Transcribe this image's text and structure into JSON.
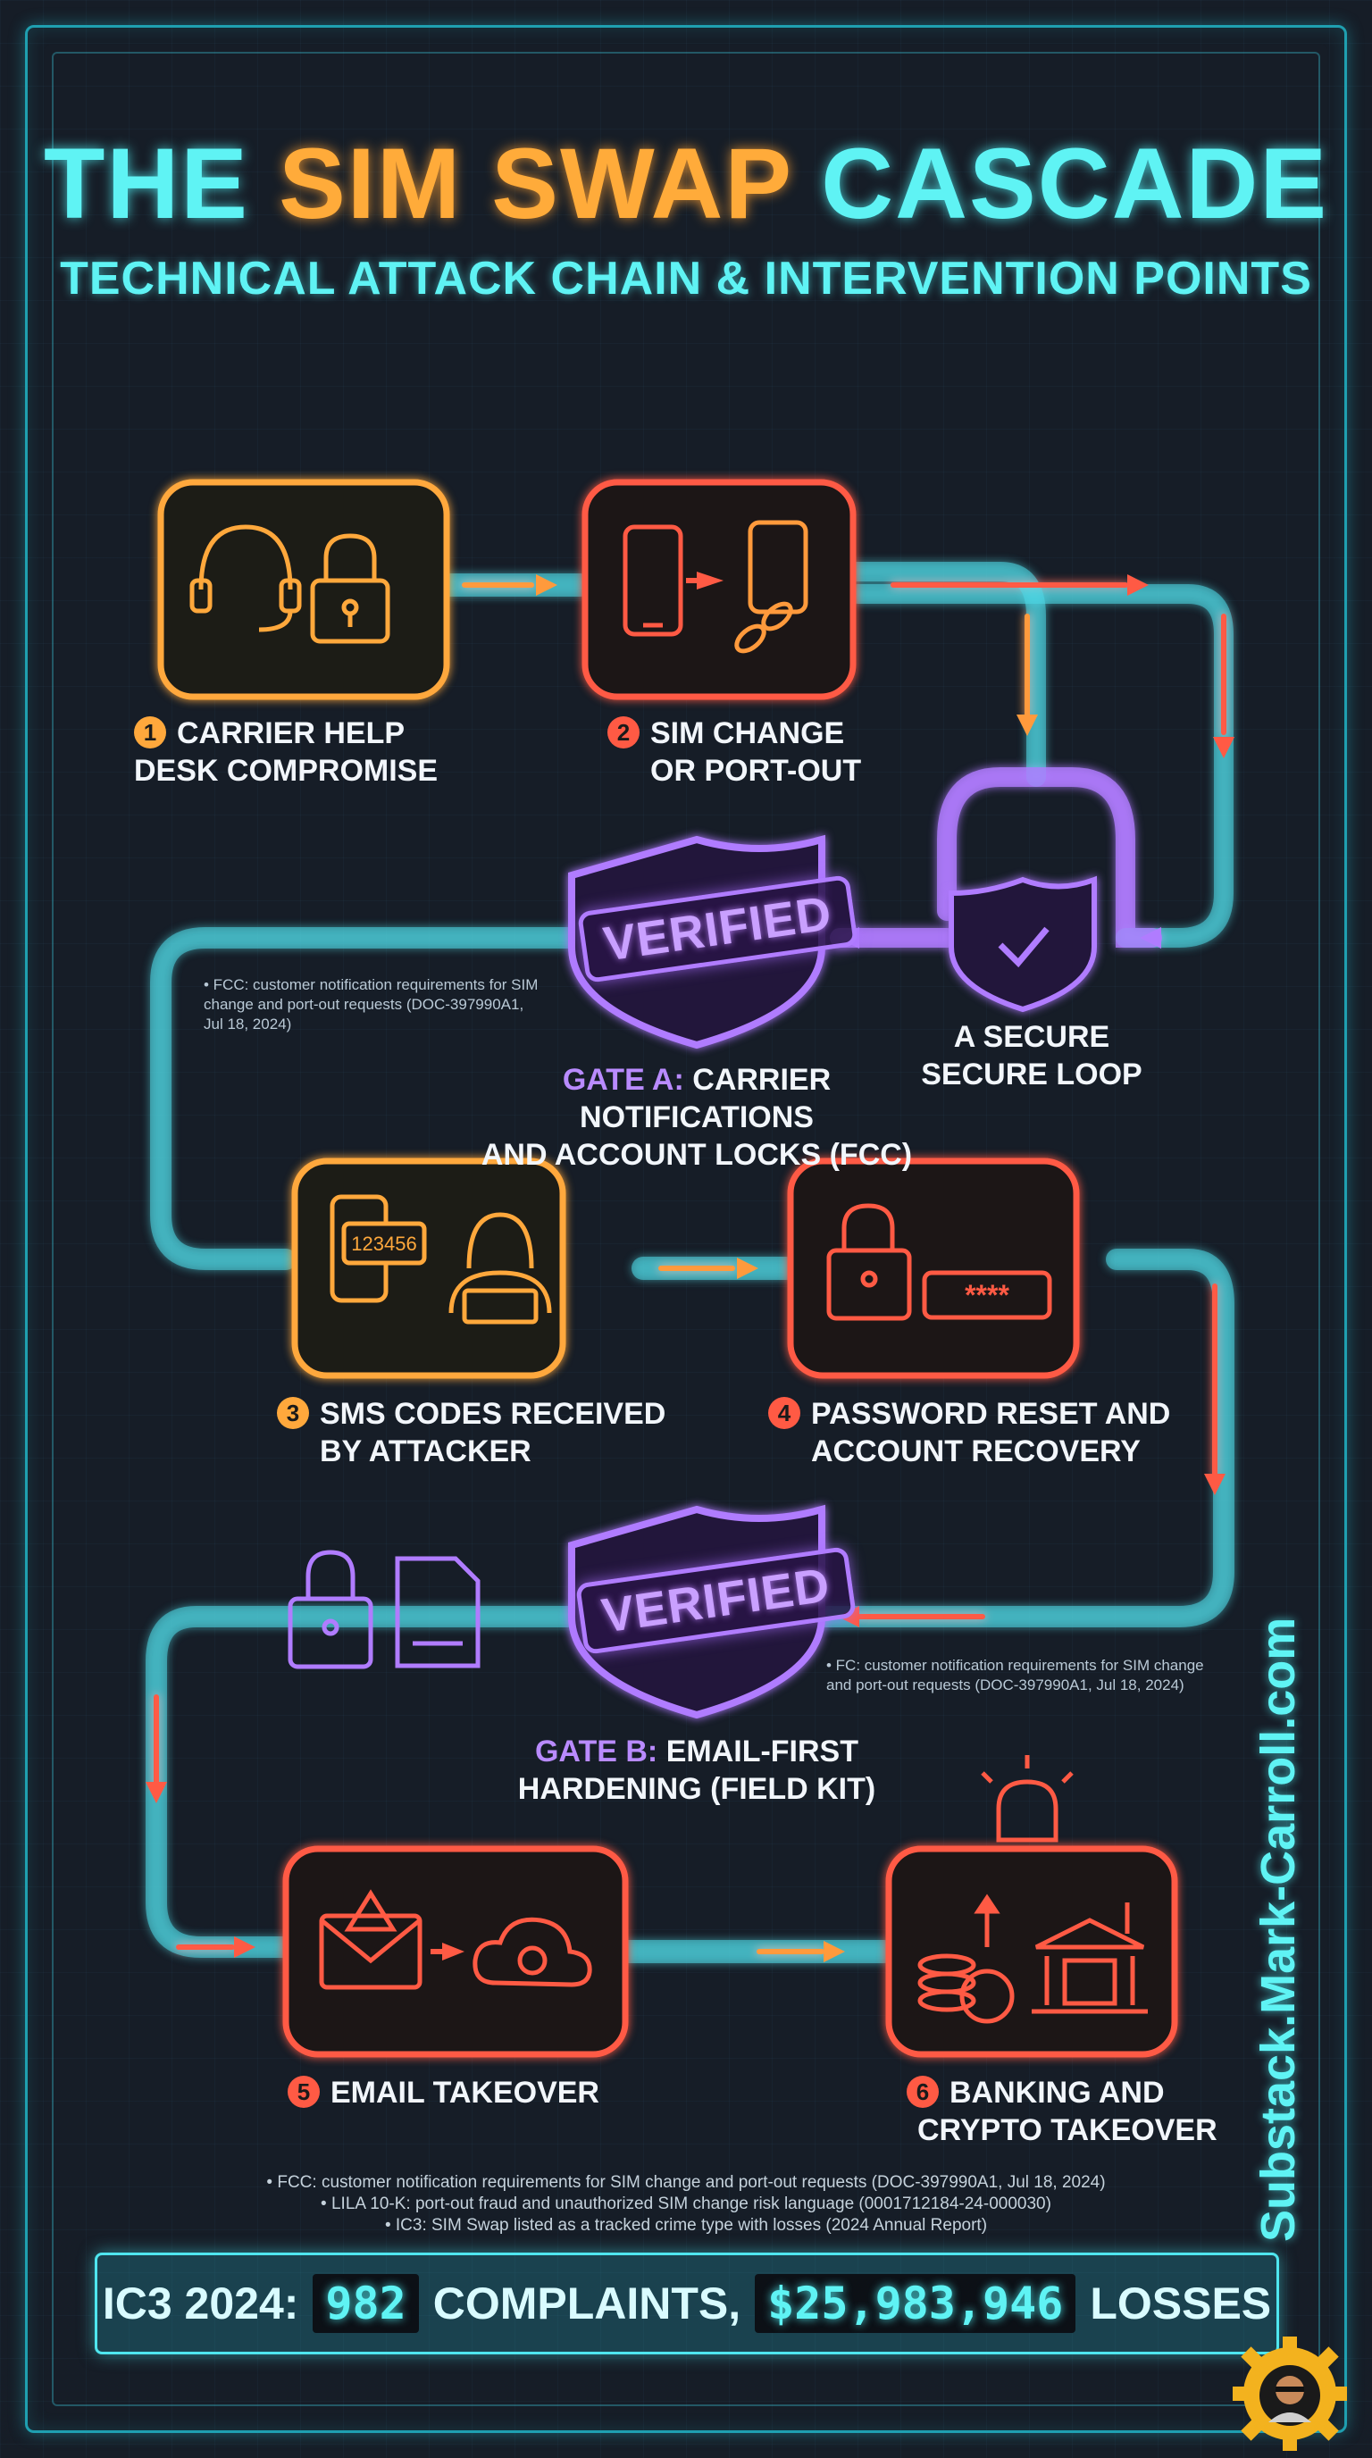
{
  "title": {
    "part1": "THE",
    "part2": "SIM SWAP",
    "part3": "CASCADE"
  },
  "subtitle": "TECHNICAL ATTACK CHAIN & INTERVENTION POINTS",
  "steps": [
    {
      "num": "1",
      "line1": "CARRIER HELP",
      "line2": "DESK COMPROMISE",
      "color": "#ffa83c"
    },
    {
      "num": "2",
      "line1": "SIM CHANGE",
      "line2": "OR PORT-OUT",
      "color": "#ff5a44"
    },
    {
      "num": "3",
      "line1": "SMS CODES RECEIVED",
      "line2": "BY ATTACKER",
      "color": "#ffa83c"
    },
    {
      "num": "4",
      "line1": "PASSWORD RESET AND",
      "line2": "ACCOUNT RECOVERY",
      "color": "#ff5a44"
    },
    {
      "num": "5",
      "line1": "EMAIL TAKEOVER",
      "line2": "",
      "color": "#ff5a44"
    },
    {
      "num": "6",
      "line1": "BANKING AND",
      "line2": "CRYPTO TAKEOVER",
      "color": "#ff5a44"
    }
  ],
  "secure_loop": {
    "line1": "A SECURE",
    "line2": "SECURE LOOP"
  },
  "gate_a": {
    "name": "GATE A:",
    "text1": "CARRIER NOTIFICATIONS",
    "text2": "AND ACCOUNT LOCKS (FCC)",
    "stamp": "VERIFIED"
  },
  "gate_b": {
    "name": "GATE B:",
    "text1": "EMAIL-FIRST",
    "text2": "HARDENING (FIELD KIT)",
    "stamp": "VERIFIED"
  },
  "note_a": {
    "line1": "• FCC: customer notification requirements for SIM",
    "line2": "change and port-out requests (DOC-397990A1,",
    "line3": "Jul 18, 2024)"
  },
  "note_b": {
    "line1": "• FC: customer notification requirements for SIM change",
    "line2": "and port-out requests (DOC-397990A1, Jul 18, 2024)"
  },
  "ui_text": {
    "code": "123456",
    "password": "****"
  },
  "sources": [
    "• FCC: customer notification requirements for SIM change and port-out requests (DOC-397990A1, Jul 18, 2024)",
    "• LILA 10-K: port-out fraud and unauthorized SIM change risk language (0001712184-24-000030)",
    "• IC3: SIM Swap listed as a tracked crime type with losses (2024 Annual Report)"
  ],
  "stats": {
    "prefix": "IC3 2024:",
    "complaints_value": "982",
    "complaints_label": "COMPLAINTS,",
    "losses_value": "$25,983,946",
    "losses_label": "LOSSES"
  },
  "site": "Substack.Mark-Carroll.com",
  "colors": {
    "cyan": "#5ff3f4",
    "orange": "#ffa83c",
    "red": "#ff5a44",
    "purple": "#b07cff"
  }
}
